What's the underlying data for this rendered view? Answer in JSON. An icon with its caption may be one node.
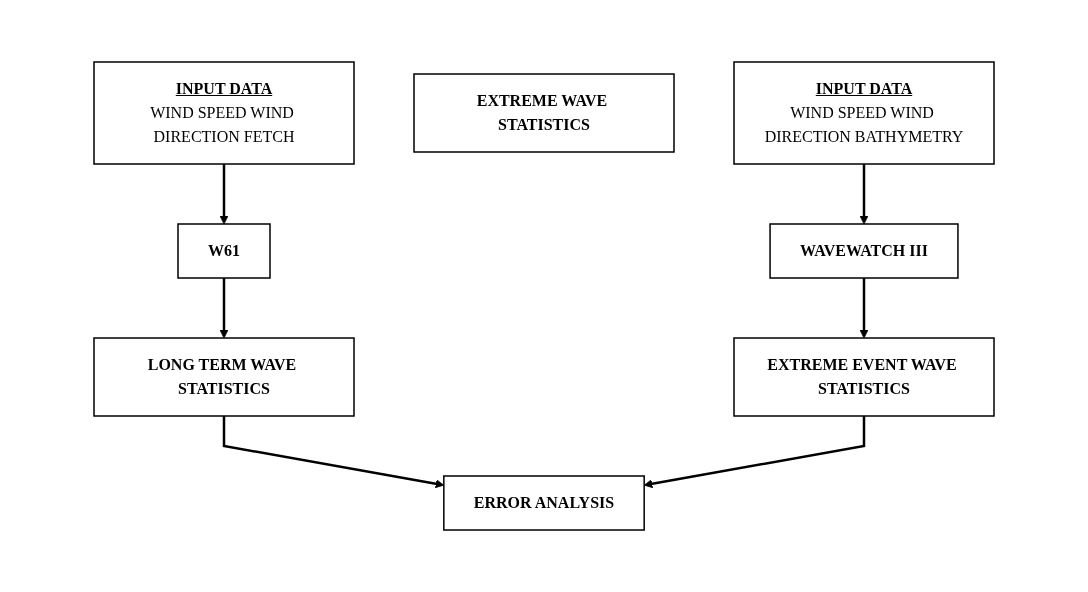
{
  "diagram": {
    "nodes": [
      {
        "text": [
          "INPUT DATA",
          "WIND SPEED WIND DIRECTION FETCH"
        ]
      },
      {
        "text": [
          "W61"
        ]
      },
      {
        "text": [
          "LONG TERM WAVE STATISTICS"
        ]
      },
      {
        "text": [
          "EXTREME WAVE STATISTICS"
        ]
      },
      {
        "text": [
          "INPUT DATA",
          "WIND SPEED WIND DIRECTION BATHYMETRY"
        ]
      },
      {
        "text": [
          "WAVEWATCH III"
        ]
      },
      {
        "text": [
          "EXTREME EVENT WAVE STATISTICS"
        ]
      },
      {
        "text": [
          "ERROR ANALYSIS"
        ]
      }
    ],
    "edges": [
      {
        "from": 0,
        "to": 1,
        "arrow": "to"
      },
      {
        "from": 1,
        "to": 2,
        "arrow": "to"
      },
      {
        "from": 2,
        "to": 7,
        "arrow": "to"
      },
      {
        "from": 4,
        "to": 5,
        "arrow": "to"
      },
      {
        "from": 5,
        "to": 6,
        "arrow": "to"
      },
      {
        "from": 6,
        "to": 7,
        "arrow": "to"
      }
    ]
  }
}
